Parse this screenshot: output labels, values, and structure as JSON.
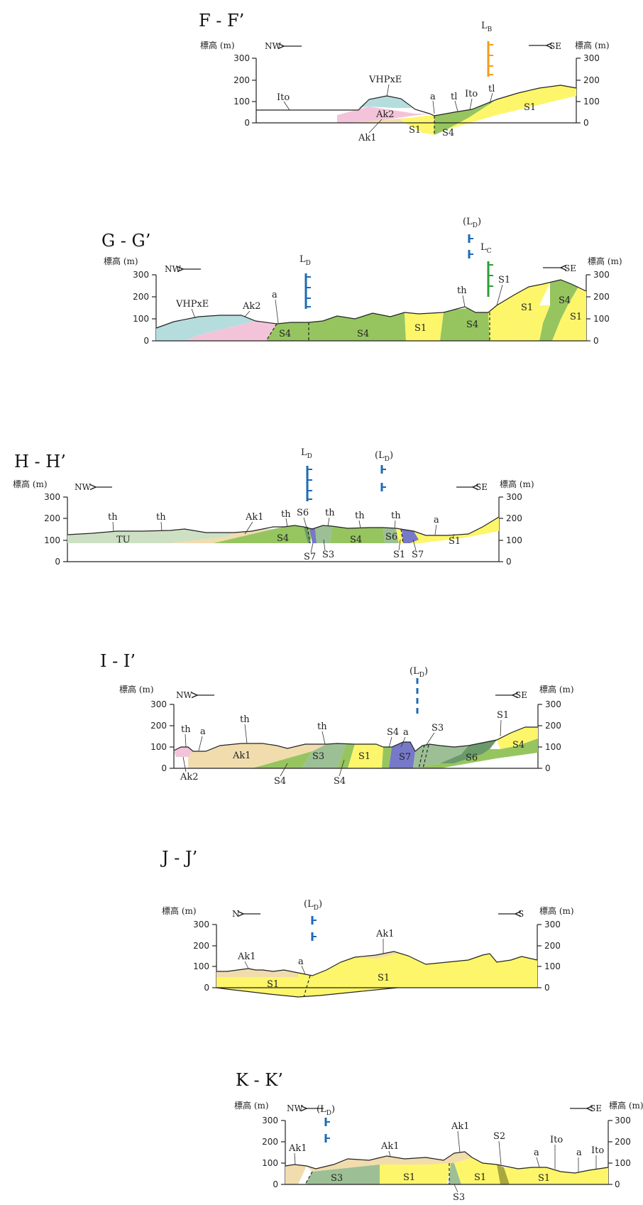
{
  "axis_label": "標高 (m)",
  "ticks": [
    "300",
    "200",
    "100",
    "0"
  ],
  "colors": {
    "S1": "#fdf66a",
    "S2": "#a8a83c",
    "S3": "#9dbf95",
    "S4": "#96c560",
    "S6": "#6b9a6a",
    "S7": "#7678c8",
    "Ak1": "#f1dcae",
    "Ak2": "#f3c4d9",
    "TU": "#cde0c4",
    "V": "#b6dddd",
    "L_B": "#f39c1c",
    "L_C": "#2e9c3a",
    "L_D": "#1e6bb5"
  },
  "sections": {
    "F": {
      "title": "F - F’",
      "dir_left": "NW",
      "dir_right": "SE",
      "lineament": {
        "main": "L",
        "sub": "B"
      },
      "units": {
        "Ito_a": "Ito",
        "V": "VHPxE",
        "Ak2": "Ak2",
        "Ak1": "Ak1",
        "a": "a",
        "tl_a": "tl",
        "Ito_b": "Ito",
        "tl_b": "tl",
        "S1_a": "S1",
        "S4": "S4",
        "S1_b": "S1"
      }
    },
    "G": {
      "title": "G - G’",
      "dir_left": "NW",
      "dir_right": "SE",
      "lineaments": [
        {
          "main": "L",
          "sub": "D"
        },
        {
          "main": "(L",
          "sub": "D",
          "tail": ")"
        },
        {
          "main": "L",
          "sub": "C"
        }
      ],
      "units": {
        "V": "VHPxE",
        "Ak2": "Ak2",
        "a": "a",
        "th": "th",
        "S4_a": "S4",
        "S4_b": "S4",
        "S1_a": "S1",
        "S4_c": "S4",
        "S1_b": "S1",
        "S1_c": "S1",
        "S4_d": "S4",
        "S1_d": "S1"
      }
    },
    "H": {
      "title": "H - H’",
      "dir_left": "NW",
      "dir_right": "SE",
      "lineaments": [
        {
          "main": "L",
          "sub": "D"
        },
        {
          "main": "(L",
          "sub": "D",
          "tail": ")"
        }
      ],
      "units": {
        "th_a": "th",
        "th_b": "th",
        "TU": "TU",
        "Ak1": "Ak1",
        "th_c": "th",
        "S6_a": "S6",
        "th_d": "th",
        "th_e": "th",
        "th_f": "th",
        "S4_a": "S4",
        "S7_a": "S7",
        "S3": "S3",
        "S4_b": "S4",
        "S6_b": "S6",
        "S1_a": "S1",
        "S7_b": "S7",
        "a": "a",
        "S1_b": "S1"
      }
    },
    "I": {
      "title": "I - I’",
      "dir_left": "NW",
      "dir_right": "SE",
      "lineament": {
        "main": "(L",
        "sub": "D",
        "tail": ")"
      },
      "units": {
        "th_a": "th",
        "a_a": "a",
        "th_b": "th",
        "th_c": "th",
        "Ak1": "Ak1",
        "Ak2": "Ak2",
        "S4_a": "S4",
        "S3_a": "S3",
        "S4_b": "S4",
        "S1_a": "S1",
        "S4_c": "S4",
        "a_b": "a",
        "S7": "S7",
        "S3_b": "S3",
        "S6": "S6",
        "S1_b": "S1",
        "S4_d": "S4"
      }
    },
    "J": {
      "title": "J - J’",
      "dir_left": "N",
      "dir_right": "S",
      "lineament": {
        "main": "(L",
        "sub": "D",
        "tail": ")"
      },
      "units": {
        "Ak1_a": "Ak1",
        "S1_a": "S1",
        "a": "a",
        "Ak1_b": "Ak1",
        "S1_b": "S1"
      }
    },
    "K": {
      "title": "K - K’",
      "dir_left": "NW",
      "dir_right": "SE",
      "lineament": {
        "main": "(L",
        "sub": "D",
        "tail": ")"
      },
      "units": {
        "Ak1_a": "Ak1",
        "Ak1_b": "Ak1",
        "Ak1_c": "Ak1",
        "S2": "S2",
        "Ito_a": "Ito",
        "a_a": "a",
        "a_b": "a",
        "Ito_b": "Ito",
        "S3_a": "S3",
        "S1_a": "S1",
        "S1_b": "S1",
        "S1_c": "S1",
        "S3_b": "S3"
      }
    }
  }
}
